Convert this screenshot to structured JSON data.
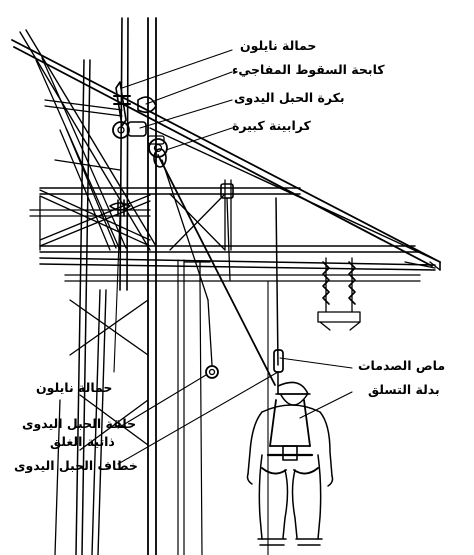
{
  "labels": {
    "nylon_sling_top": "حمالة نايلون",
    "fall_arrester": "كابحة السقوط المفاجيء",
    "manual_rope_pulley": "بكرة الحبل اليدوى",
    "large_carabiner": "كرابينة كبيرة",
    "shock_absorber": "ماص الصدمات",
    "climbing_harness": "بدلة التسلق",
    "nylon_sling_bottom": "حمالة نايلون",
    "manual_rope_ring": "حلقة الحبل اليدوى",
    "self_locking": "ذاتية الغلق",
    "manual_rope_hook": "خطاف الحبل اليدوى"
  },
  "colors": {
    "ink": "#000000",
    "paper": "#ffffff"
  }
}
